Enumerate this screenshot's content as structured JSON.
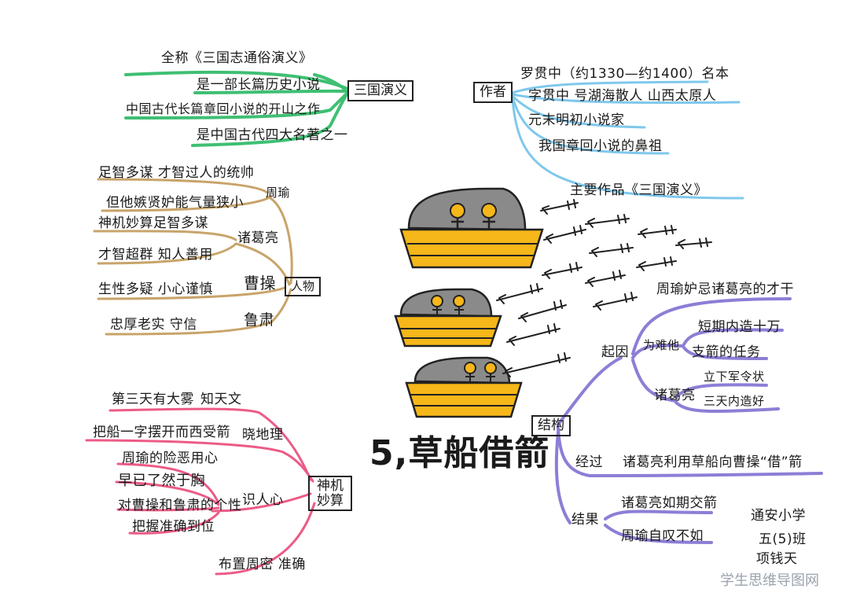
{
  "title": "5,草船借箭",
  "watermark": "学生思维导图网",
  "colors": {
    "green": "#3fbf73",
    "blue": "#7fc8ec",
    "brown": "#c8a46a",
    "pink": "#ec5b86",
    "purple": "#8b7fd6",
    "boat": "#f5b719",
    "rock": "#8a8a8a"
  },
  "sanguo": {
    "label": "三国演义",
    "items": [
      "全称《三国志通俗演义》",
      "是一部长篇历史小说",
      "中国古代长篇章回小说的开山之作",
      "是中国古代四大名著之一"
    ]
  },
  "author": {
    "label": "作者",
    "items": [
      "罗贯中（约1330—约1400）名本",
      "字贯中 号湖海散人  山西太原人",
      "元末明初小说家",
      "我国章回小说的鼻祖",
      "主要作品《三国演义》"
    ]
  },
  "people": {
    "label": "人物",
    "zhouyu": {
      "name": "周瑜",
      "traits": [
        "足智多谋 才智过人的统帅",
        "但他嫉贤妒能气量狭小"
      ]
    },
    "zhuge": {
      "name": "诸葛亮",
      "traits": [
        "神机妙算足智多谋",
        "才智超群  知人善用"
      ]
    },
    "caocao": {
      "name": "曹操",
      "traits": [
        "生性多疑  小心谨慎"
      ]
    },
    "lusu": {
      "name": "鲁肃",
      "traits": [
        "忠厚老实  守信"
      ]
    }
  },
  "shenji": {
    "label": "神机妙算",
    "tianwen": {
      "name": "知天文",
      "detail": "第三天有大雾"
    },
    "dili": {
      "name": "晓地理",
      "detail": "把船一字摆开而西受箭"
    },
    "renxin": {
      "name": "识人心",
      "details": [
        "周瑜的险恶用心",
        "早已了然于胸",
        "对曹操和鲁肃的个性",
        "把握准确到位"
      ]
    },
    "bushu": "布置周密  准确"
  },
  "structure": {
    "label": "结构",
    "cause": {
      "name": "起因",
      "left_branch": "周瑜妒忌诸葛亮的才干",
      "weinan": {
        "name": "为难他",
        "items": [
          "短期内造十万",
          "支箭的任务"
        ]
      },
      "zhuge": {
        "name": "诸葛亮",
        "items": [
          "立下军令状",
          "三天内造好"
        ]
      }
    },
    "process": {
      "name": "经过",
      "detail": "诸葛亮利用草船向曹操“借”箭"
    },
    "result": {
      "name": "结果",
      "items": [
        "诸葛亮如期交箭",
        "周瑜自叹不如"
      ]
    }
  },
  "signature": [
    "通安小学",
    "五(5)班",
    "项钱天"
  ]
}
